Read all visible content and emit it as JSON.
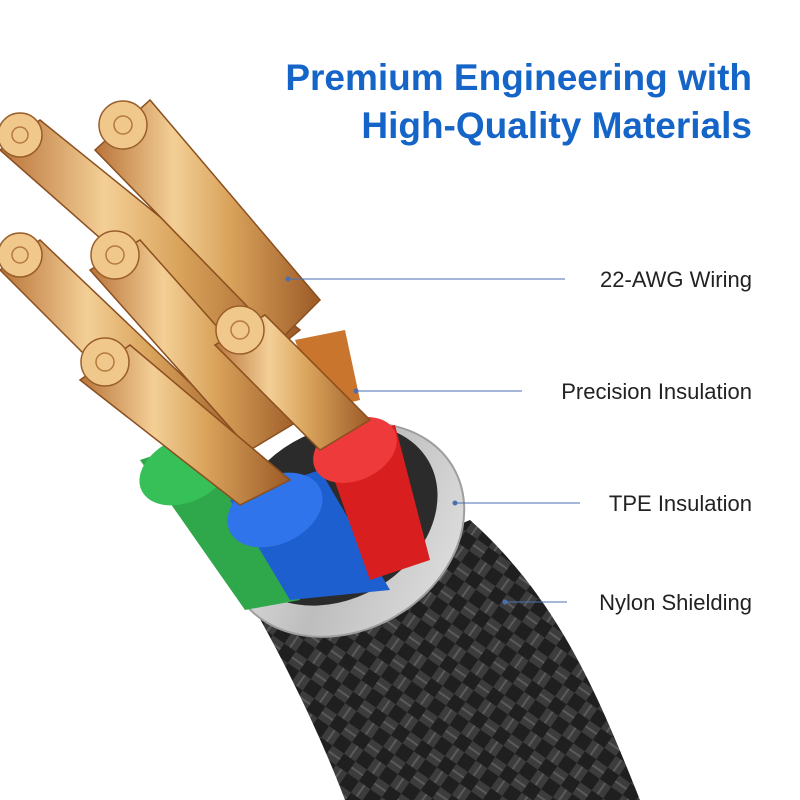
{
  "headline": {
    "line1": "Premium Engineering with",
    "line2": "High-Quality Materials"
  },
  "callouts": [
    {
      "label": "22-AWG Wiring"
    },
    {
      "label": "Precision Insulation"
    },
    {
      "label": "TPE Insulation"
    },
    {
      "label": "Nylon Shielding"
    }
  ],
  "colors": {
    "headline": "#1565c8",
    "leader": "#4a6fb0",
    "copper": "#d9a35b",
    "wire_red": "#d81e1e",
    "wire_blue": "#1e5fd0",
    "wire_green": "#2ea84a",
    "wire_orange": "#c9752e",
    "tpe_ring": "#c8c8c8",
    "nylon_braid": "#2a2a2a"
  }
}
